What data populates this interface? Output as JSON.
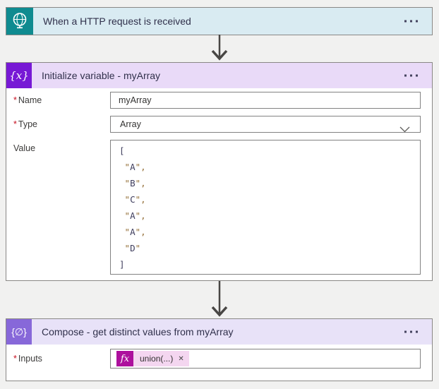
{
  "trigger_card": {
    "title": "When a HTTP request is received"
  },
  "initialize_card": {
    "title": "Initialize variable - myArray",
    "name_field": {
      "label": "Name",
      "required_marker": "*",
      "value": "myArray"
    },
    "type_field": {
      "label": "Type",
      "required_marker": "*",
      "value": "Array"
    },
    "value_field": {
      "label": "Value",
      "lines": [
        "[",
        " \"A\",",
        " \"B\",",
        " \"C\",",
        " \"A\",",
        " \"A\",",
        " \"D\"",
        "]"
      ]
    }
  },
  "compose_card": {
    "title": "Compose - get distinct values from myArray",
    "inputs_field": {
      "label": "Inputs",
      "required_marker": "*",
      "token": {
        "badge": "fx",
        "text": "union(...)",
        "remove": "✕"
      }
    }
  },
  "icons": {
    "trigger": "http-request-globe",
    "initialize_variable": "{x}",
    "compose": "{∅}"
  },
  "colors": {
    "canvas_bg": "#f1f1f0",
    "trigger_accent": "#0f8b90",
    "trigger_header_bg": "#d9ebf2",
    "variable_accent": "#7719d5",
    "variable_header_bg": "#e9daf8",
    "compose_accent": "#8768d9",
    "compose_header_bg": "#e8e2f8",
    "fx_badge_bg": "#ad109d",
    "fx_pill_bg": "#f4d6f0",
    "required_red": "#c50f1f",
    "arrow": "#484644",
    "json_string_punct": "#95713a",
    "json_text": "#3f3e5e"
  }
}
